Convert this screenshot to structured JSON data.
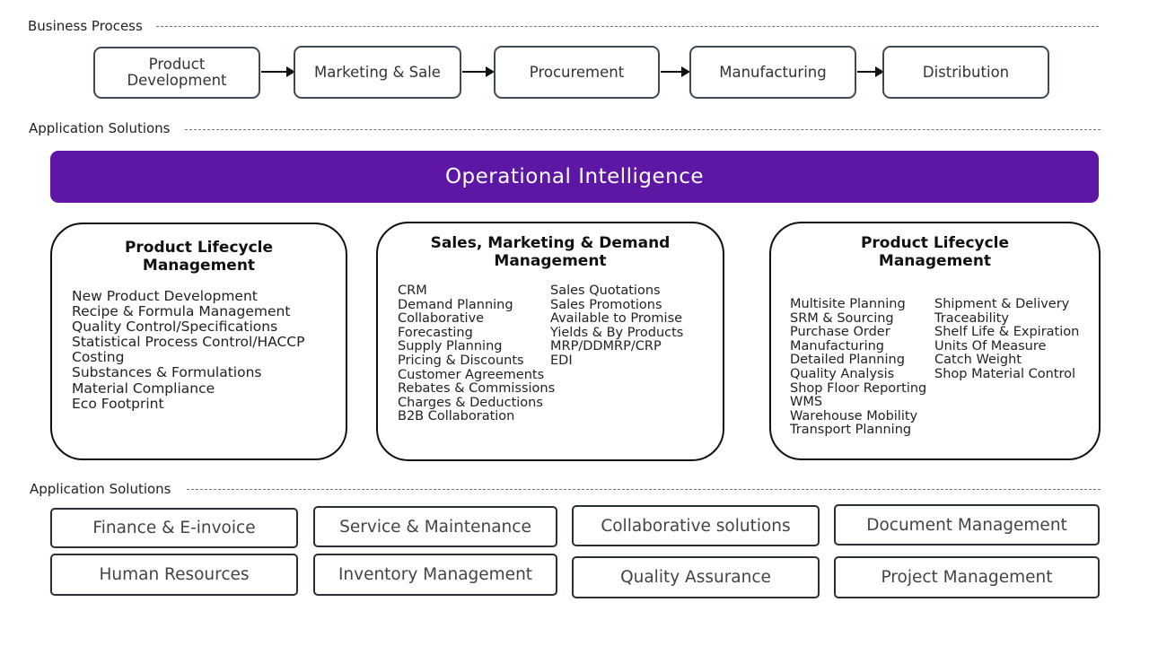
{
  "business_process": {
    "label": "Business Process",
    "steps": [
      "Product\nDevelopment",
      "Marketing & Sale",
      "Procurement",
      "Manufacturing",
      "Distribution"
    ]
  },
  "app_solutions_top": {
    "label": "Application Solutions"
  },
  "banner": {
    "text": "Operational  Intelligence",
    "color": "#5e17a5"
  },
  "modules": [
    {
      "title": "Product Lifecycle\nManagement",
      "items": [
        "New Product Development",
        "Recipe & Formula Management",
        "Quality Control/Specifications",
        "Statistical Process Control/HACCP",
        "Costing",
        "Substances & Formulations",
        "Material  Compliance",
        "Eco  Footprint"
      ]
    },
    {
      "title": "Sales, Marketing & Demand\nManagement",
      "col1": [
        "CRM",
        "Demand Planning",
        "Collaborative",
        "Forecasting",
        "Supply Planning",
        "Pricing & Discounts",
        "Customer Agreements",
        "Rebates & Commissions",
        "Charges & Deductions",
        "B2B Collaboration"
      ],
      "col2": [
        "Sales Quotations",
        "Sales Promotions",
        "Available to Promise",
        "Yields & By Products",
        "MRP/DDMRP/CRP",
        "EDI"
      ]
    },
    {
      "title": "Product Lifecycle\nManagement",
      "col1": [
        "Multisite Planning",
        "SRM & Sourcing",
        "Purchase Order",
        "Manufacturing",
        "Detailed Planning",
        "Quality Analysis",
        "Shop Floor Reporting",
        "WMS",
        "Warehouse Mobility",
        "Transport Planning"
      ],
      "col2": [
        "Shipment & Delivery",
        "Traceability",
        "Shelf Life & Expiration",
        "Units Of Measure",
        "Catch Weight",
        "Shop Material Control"
      ]
    }
  ],
  "app_solutions_bottom": {
    "label": "Application Solutions",
    "solutions": [
      "Finance & E-invoice",
      "Service & Maintenance",
      "Collaborative solutions",
      "Document Management",
      "Human Resources",
      "Inventory Management",
      "Quality Assurance",
      "Project Management"
    ]
  }
}
